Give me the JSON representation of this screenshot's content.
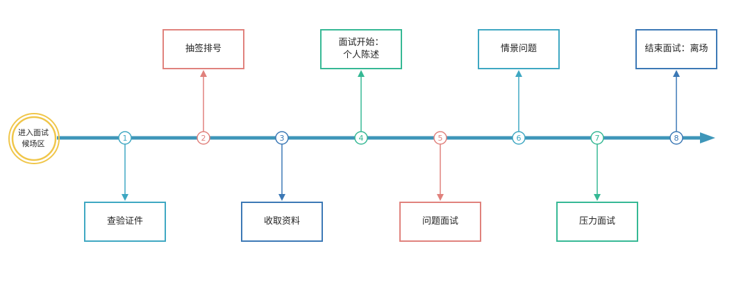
{
  "start": {
    "label": "进入面试\n候场区",
    "color": "#f0c64a"
  },
  "timeline_color": "#3e96b9",
  "steps": [
    {
      "num": "1",
      "label": "查验证件",
      "position": "below",
      "color": "#3ea7c2"
    },
    {
      "num": "2",
      "label": "抽签排号",
      "position": "above",
      "color": "#e0817c"
    },
    {
      "num": "3",
      "label": "收取资料",
      "position": "below",
      "color": "#3b78b5"
    },
    {
      "num": "4",
      "label": "面试开始：\n个人陈述",
      "position": "above",
      "color": "#35b894"
    },
    {
      "num": "5",
      "label": "问题面试",
      "position": "below",
      "color": "#e0817c"
    },
    {
      "num": "6",
      "label": "情景问题",
      "position": "above",
      "color": "#3ea7c2"
    },
    {
      "num": "7",
      "label": "压力面试",
      "position": "below",
      "color": "#35b894"
    },
    {
      "num": "8",
      "label": "结束面试：离场",
      "position": "above",
      "color": "#3b78b5"
    }
  ]
}
